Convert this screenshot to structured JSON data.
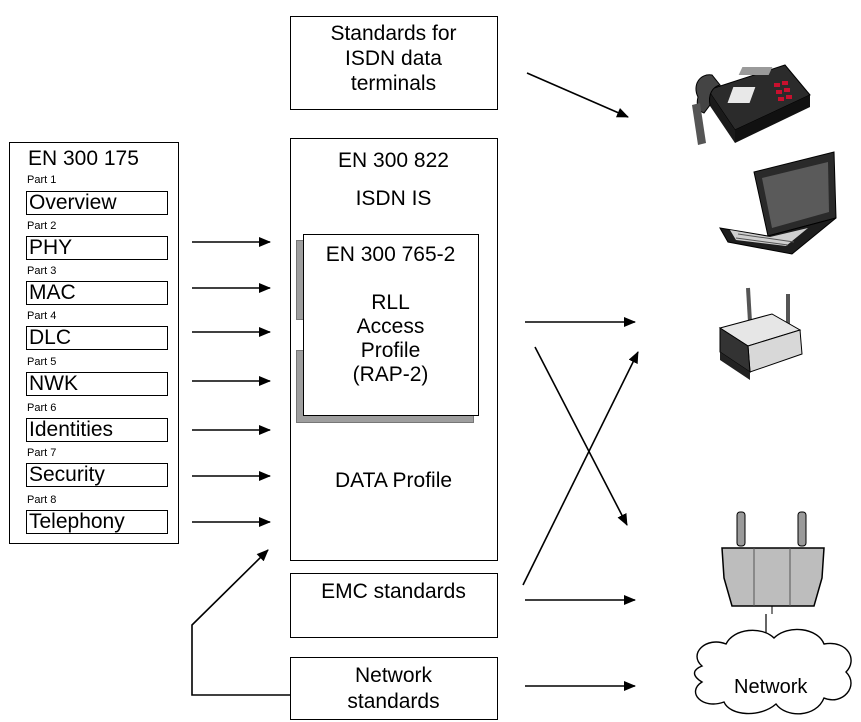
{
  "standards_isdn": [
    "Standards for",
    "ISDN data",
    "terminals"
  ],
  "en300175": {
    "title": "EN 300 175",
    "parts": [
      {
        "num": "Part 1",
        "name": "Overview"
      },
      {
        "num": "Part 2",
        "name": "PHY"
      },
      {
        "num": "Part 3",
        "name": "MAC"
      },
      {
        "num": "Part 4",
        "name": "DLC"
      },
      {
        "num": "Part 5",
        "name": "NWK"
      },
      {
        "num": "Part 6",
        "name": "Identities"
      },
      {
        "num": "Part 7",
        "name": "Security"
      },
      {
        "num": "Part 8",
        "name": "Telephony"
      }
    ]
  },
  "en300822": {
    "title": "EN 300 822",
    "subtitle": "ISDN IS",
    "data_profile": "DATA Profile"
  },
  "en300765": {
    "title": "EN 300 765-2",
    "lines": [
      "RLL",
      "Access",
      "Profile",
      "(RAP-2)"
    ]
  },
  "emc": "EMC standards",
  "network_standards": [
    "Network",
    "standards"
  ],
  "network_cloud": "Network",
  "icons": {
    "phone": "telephone-icon",
    "laptop": "laptop-icon",
    "fixed_part": "radio-fixed-part-icon",
    "base_station": "base-station-icon"
  },
  "colors": {
    "line": "#000000",
    "device_grey": "#bdbdbd",
    "dark": "#333333"
  }
}
